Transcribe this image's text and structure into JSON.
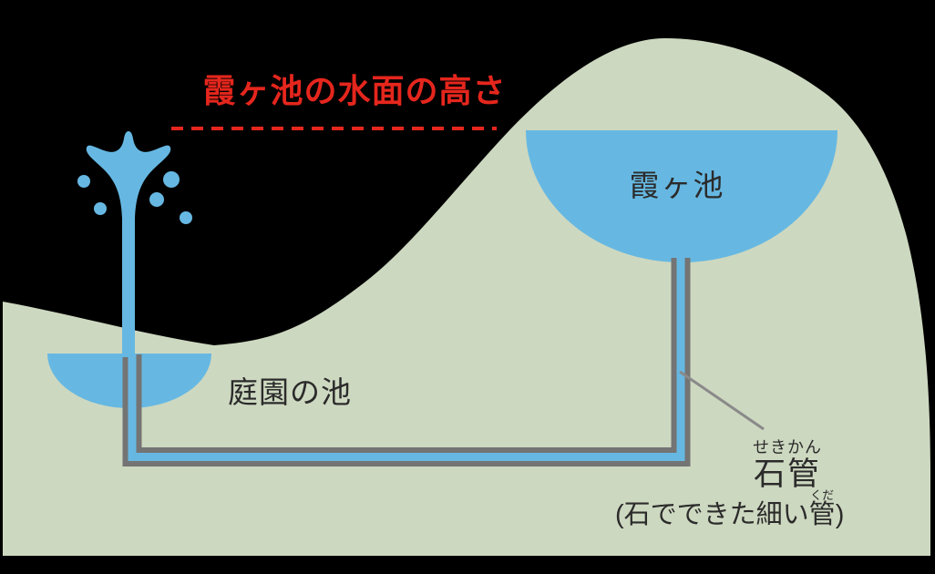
{
  "colors": {
    "background": "#000000",
    "land": "#cdd8c0",
    "water": "#66b8e2",
    "pipe": "#747474",
    "leader": "#8a8a8a",
    "red": "#e5261d",
    "text": "#2b2b2b"
  },
  "labels": {
    "water_level_title": "霞ヶ池の水面の高さ",
    "kasumigaike_pond": "霞ヶ池",
    "garden_pond": "庭園の池",
    "stone_pipe_ruby": "せきかん",
    "stone_pipe": "石管",
    "stone_pipe_note_prefix": "(石でできた細い",
    "stone_pipe_note_kanji": "管",
    "stone_pipe_note_kanji_ruby": "くだ",
    "stone_pipe_note_suffix": ")"
  }
}
